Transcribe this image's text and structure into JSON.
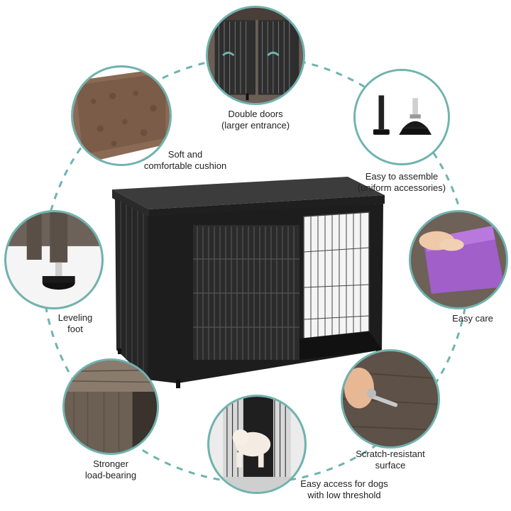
{
  "colors": {
    "ring": "#6fb3b0",
    "text": "#222222",
    "crate": "#2a2a2a",
    "wood": "#7a6c60"
  },
  "features": [
    {
      "id": "double-doors",
      "line1": "Double doors",
      "line2": "(larger entrance)",
      "icon": "double-doors-image"
    },
    {
      "id": "easy-assemble",
      "line1": "Easy to assemble",
      "line2": "(uniform accessories)",
      "icon": "bolt-and-foot-image"
    },
    {
      "id": "easy-care",
      "line1": "Easy care",
      "line2": "",
      "icon": "cloth-wipe-image"
    },
    {
      "id": "scratch-resistant",
      "line1": "Scratch-resistant",
      "line2": "surface",
      "icon": "key-scratch-image"
    },
    {
      "id": "easy-access",
      "line1": "Easy access for dogs",
      "line2": "with low threshold",
      "icon": "dog-entering-image"
    },
    {
      "id": "load-bearing",
      "line1": "Stronger",
      "line2": "load-bearing",
      "icon": "wood-corner-image"
    },
    {
      "id": "leveling-foot",
      "line1": "Leveling",
      "line2": "foot",
      "icon": "leveling-foot-image"
    },
    {
      "id": "cushion",
      "line1": "Soft and",
      "line2": "comfortable cushion",
      "icon": "cushion-image"
    }
  ]
}
